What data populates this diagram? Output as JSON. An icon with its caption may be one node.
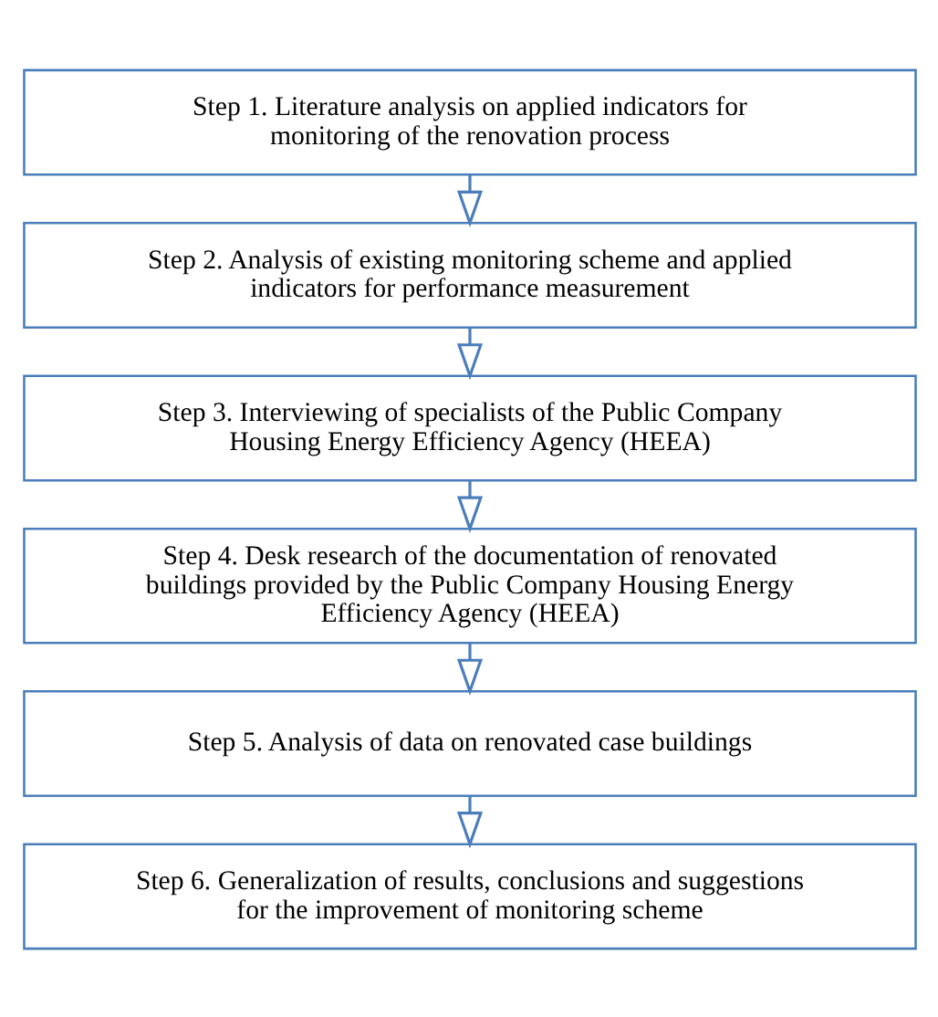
{
  "diagram": {
    "nodes": [
      {
        "text": [
          "Step 1. Literature analysis on applied indicators for monitoring of the renovation process"
        ]
      },
      {
        "text": [
          "Step 2. Analysis of existing monitoring scheme and applied indicators for performance measurement"
        ]
      },
      {
        "text": [
          "Step 3. Interviewing of specialists of the Public Company Housing Energy Efficiency Agency (HEEA)"
        ]
      },
      {
        "text": [
          "Step 4. Desk research of the documentation of renovated buildings provided by the Public Company Housing Energy Efficiency Agency (HEEA)"
        ]
      },
      {
        "text": [
          "Step 5. Analysis of data on renovated case buildings"
        ]
      },
      {
        "text": [
          "Step 6. Generalization of results, conclusions and suggestions for the improvement of monitoring scheme"
        ]
      }
    ],
    "edges": [
      {
        "from": 0,
        "to": 1,
        "arrow": "to"
      },
      {
        "from": 1,
        "to": 2,
        "arrow": "to"
      },
      {
        "from": 2,
        "to": 3,
        "arrow": "to"
      },
      {
        "from": 3,
        "to": 4,
        "arrow": "to"
      },
      {
        "from": 4,
        "to": 5,
        "arrow": "to"
      }
    ]
  }
}
